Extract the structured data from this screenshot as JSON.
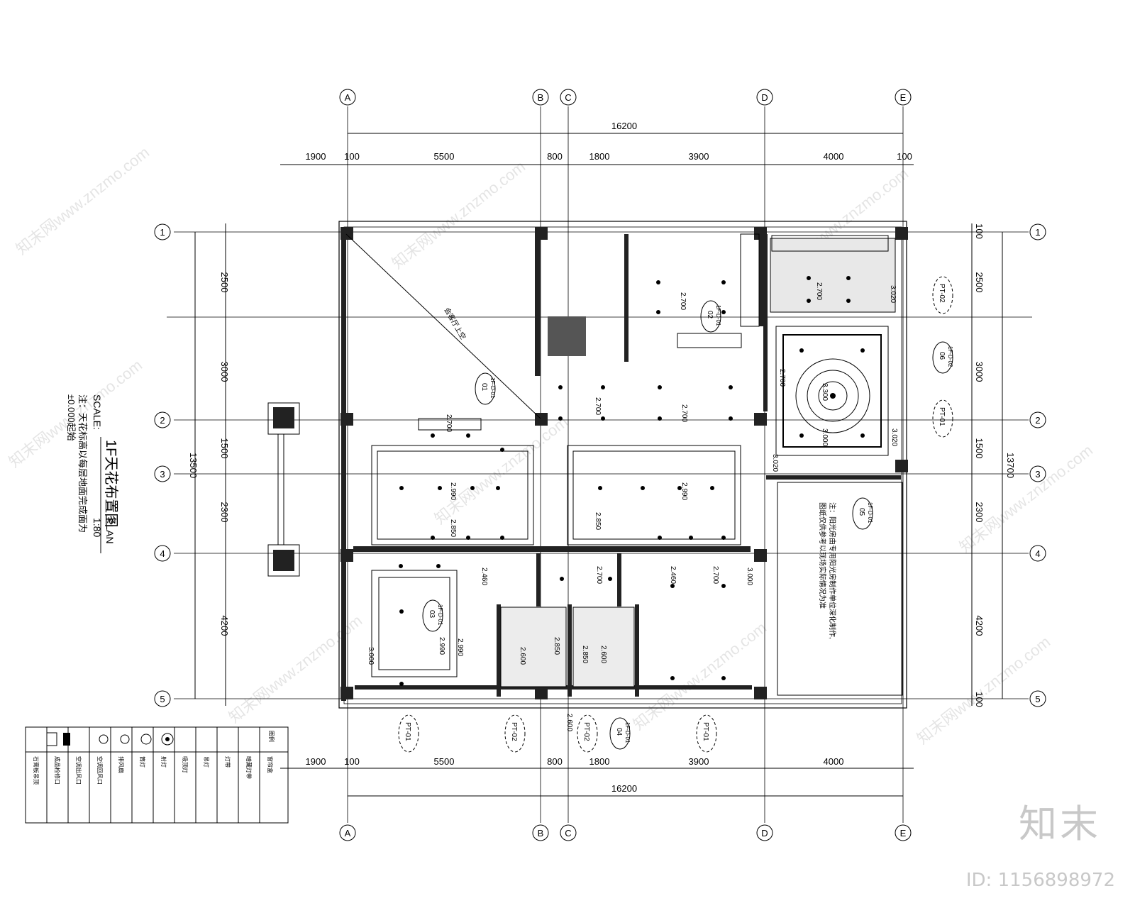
{
  "title": {
    "main": "1F天花布置图",
    "plan": "PLAN",
    "scale_label": "SCALE:",
    "scale_value": "1:80",
    "note_line1": "注：天花标高以每层地面完成面为",
    "note_line2": "±0.000起始"
  },
  "axes": {
    "vertical": [
      "A",
      "B",
      "C",
      "D",
      "E"
    ],
    "horizontal": [
      "1",
      "2",
      "3",
      "4",
      "5"
    ]
  },
  "dimensions": {
    "top_total": "16200",
    "top_segments": [
      "1900",
      "100",
      "5500",
      "800",
      "1800",
      "3900",
      "4000",
      "100"
    ],
    "bottom_total": "16200",
    "bottom_segments": [
      "1900",
      "100",
      "5500",
      "800",
      "1800",
      "3900",
      "4000"
    ],
    "left_total": "13500",
    "left_segments": [
      "2500",
      "3000",
      "1500",
      "2300",
      "4200"
    ],
    "right_total": "13700",
    "right_segments": [
      "100",
      "2500",
      "3000",
      "1500",
      "2300",
      "4200",
      "100"
    ]
  },
  "rooms": {
    "upper_void": "会客厅上空",
    "note_line1": "注：阳光房由专用阳光房制作单位深化制作,",
    "note_line2": "图纸仅供参考以现场实际情况为准"
  },
  "heights": [
    "2.700",
    "2.700",
    "2.700",
    "2.700",
    "2.700",
    "3.020",
    "3.020",
    "2.700",
    "3.300",
    "3.000",
    "3.020",
    "2.990",
    "2.990",
    "2.850",
    "2.850",
    "2.460",
    "2.700",
    "2.460",
    "2.700",
    "3.000",
    "2.990",
    "2.990",
    "3.000",
    "2.600",
    "2.850",
    "2.600",
    "2.850",
    "2.600"
  ],
  "section_tags": [
    {
      "num": "01",
      "ref": "1F-D-01"
    },
    {
      "num": "02",
      "ref": "1F-D-01"
    },
    {
      "num": "03",
      "ref": "1F-D-01"
    },
    {
      "num": "04",
      "ref": "1F-D-01"
    },
    {
      "num": "05",
      "ref": "1F-D-01"
    },
    {
      "num": "06",
      "ref": "1F-D-02"
    }
  ],
  "material_tags": [
    "PT-02",
    "PT-01",
    "PT-01",
    "PT-02",
    "PT-02",
    "PT-01"
  ],
  "legend": {
    "header": "图例",
    "rows": [
      "石膏板吊顶",
      "成品检修口",
      "空调出风口",
      "空调回风口",
      "排风扇",
      "筒灯",
      "射灯",
      "吸顶灯",
      "吊灯",
      "灯带",
      "暗藏灯带",
      "窗帘盒"
    ]
  },
  "watermark": "知末网www.znzmo.com",
  "brand": "知末",
  "doc_id": "ID: 1156898972"
}
